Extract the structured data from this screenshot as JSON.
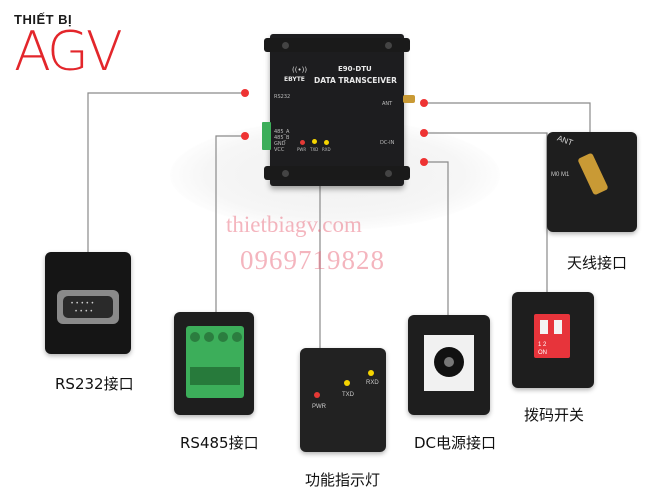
{
  "brand": {
    "small": "THIẾT BỊ",
    "big": "AGV"
  },
  "device": {
    "model": "E90-DTU",
    "name": "DATA TRANSCEIVER",
    "logo": "EBYTE",
    "port_rs232": "RS232",
    "port_labels": [
      "485_A",
      "485_B",
      "GND",
      "VCC"
    ],
    "ant_label": "ANT",
    "dcin_label": "DC-IN",
    "led_labels": [
      "PWR",
      "TXD",
      "RXD"
    ]
  },
  "watermark": {
    "site": "thietbiagv.com",
    "phone": "0969719828"
  },
  "callouts": {
    "rs232": "RS232接口",
    "rs485": "RS485接口",
    "indicator": "功能指示灯",
    "dc": "DC电源接口",
    "dip": "拨码开关",
    "antenna": "天线接口"
  },
  "indicator_panel": {
    "leds": [
      "PWR",
      "TXD",
      "RXD"
    ]
  },
  "antenna_panel": {
    "text": "ANT",
    "sub": "M0 M1"
  },
  "dip_panel": {
    "nums": "1 2",
    "on": "ON"
  },
  "colors": {
    "accent": "#e3262b",
    "led_red": "#e53935",
    "led_yellow": "#f5d400",
    "terminal_green": "#3cae5a"
  }
}
